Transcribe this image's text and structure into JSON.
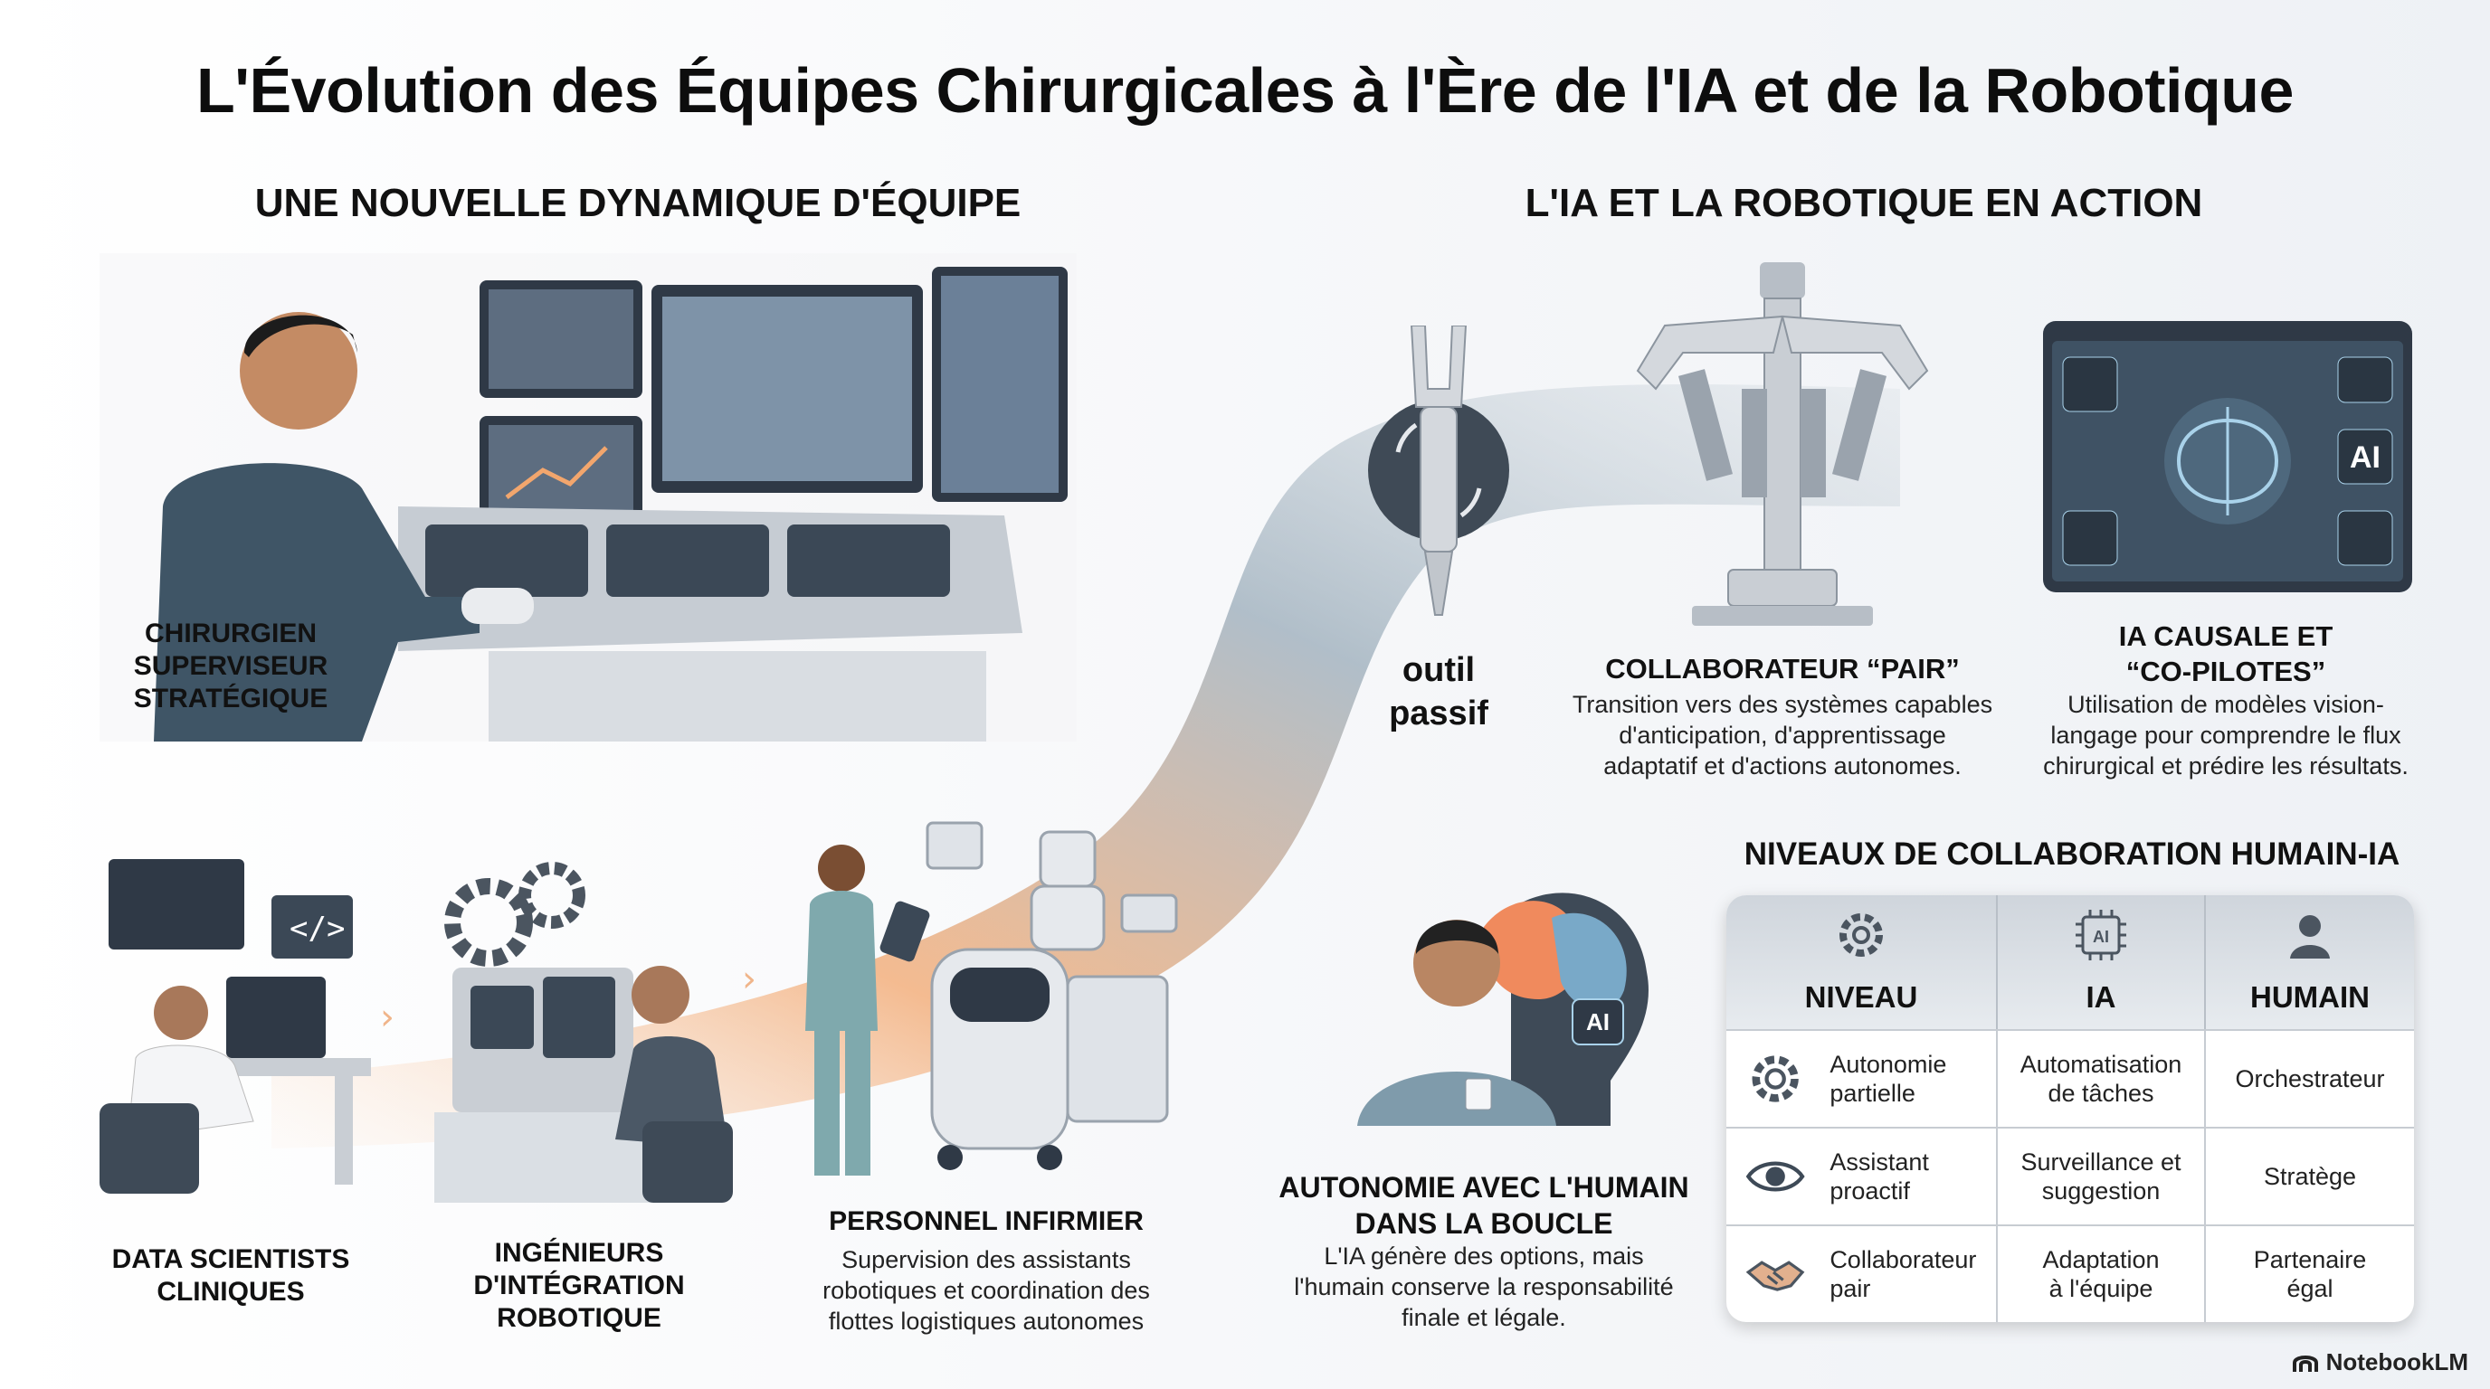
{
  "title": "L'Évolution des Équipes Chirurgicales à l'Ère de l'IA et de la Robotique",
  "left_section": {
    "title": "UNE NOUVELLE DYNAMIQUE D'ÉQUIPE",
    "surgeon_label": "CHIRURGIEN\nSUPERVISEUR\nSTRATÉGIQUE",
    "data_scientists_label": "DATA SCIENTISTS\nCLINIQUES",
    "engineers_label": "INGÉNIEURS\nD'INTÉGRATION\nROBOTIQUE",
    "nursing_label": "PERSONNEL INFIRMIER",
    "nursing_desc": "Supervision des assistants\nrobotiques et coordination des\nflottes logistiques autonomes"
  },
  "right_section": {
    "title": "L'IA ET LA ROBOTIQUE EN ACTION",
    "passive_tool_label": "outil\npassif",
    "peer_label": "COLLABORATEUR “PAIR”",
    "peer_desc": "Transition vers des systèmes capables\nd'anticipation, d'apprentissage\nadaptatif et d'actions autonomes.",
    "causal_label": "IA CAUSALE ET\n“CO-PILOTES”",
    "causal_desc": "Utilisation de modèles vision-\nlangage pour comprendre le flux\nchirurgical et prédire les résultats.",
    "ai_screen_badge": "AI",
    "human_loop_label": "AUTONOMIE AVEC L'HUMAIN\nDANS LA BOUCLE",
    "human_loop_desc": "L'IA génère des options, mais\nl'humain conserve la responsabilité\nfinale et légale.",
    "ai_chip_badge": "AI"
  },
  "collab_table": {
    "title": "NIVEAUX DE COLLABORATION HUMAIN-IA",
    "headers": [
      {
        "label": "NIVEAU",
        "icon": "gear-icon"
      },
      {
        "label": "IA",
        "icon": "ai-chip-icon",
        "badge": "AI"
      },
      {
        "label": "HUMAIN",
        "icon": "person-icon"
      }
    ],
    "rows": [
      {
        "icon": "gear-icon",
        "niveau": "Autonomie\npartielle",
        "ia": "Automatisation\nde tâches",
        "humain": "Orchestrateur"
      },
      {
        "icon": "eye-icon",
        "niveau": "Assistant\nproactif",
        "ia": "Surveillance et\nsuggestion",
        "humain": "Stratège"
      },
      {
        "icon": "handshake-icon",
        "niveau": "Collaborateur\npair",
        "ia": "Adaptation\nà l'équipe",
        "humain": "Partenaire\négal"
      }
    ]
  },
  "brand": "NotebookLM",
  "colors": {
    "accent_orange": "#f2a66d",
    "steel_blue": "#5a6f80",
    "slate": "#3e4a57",
    "brain_orange": "#f08a5d",
    "brain_blue": "#79a9c8"
  }
}
